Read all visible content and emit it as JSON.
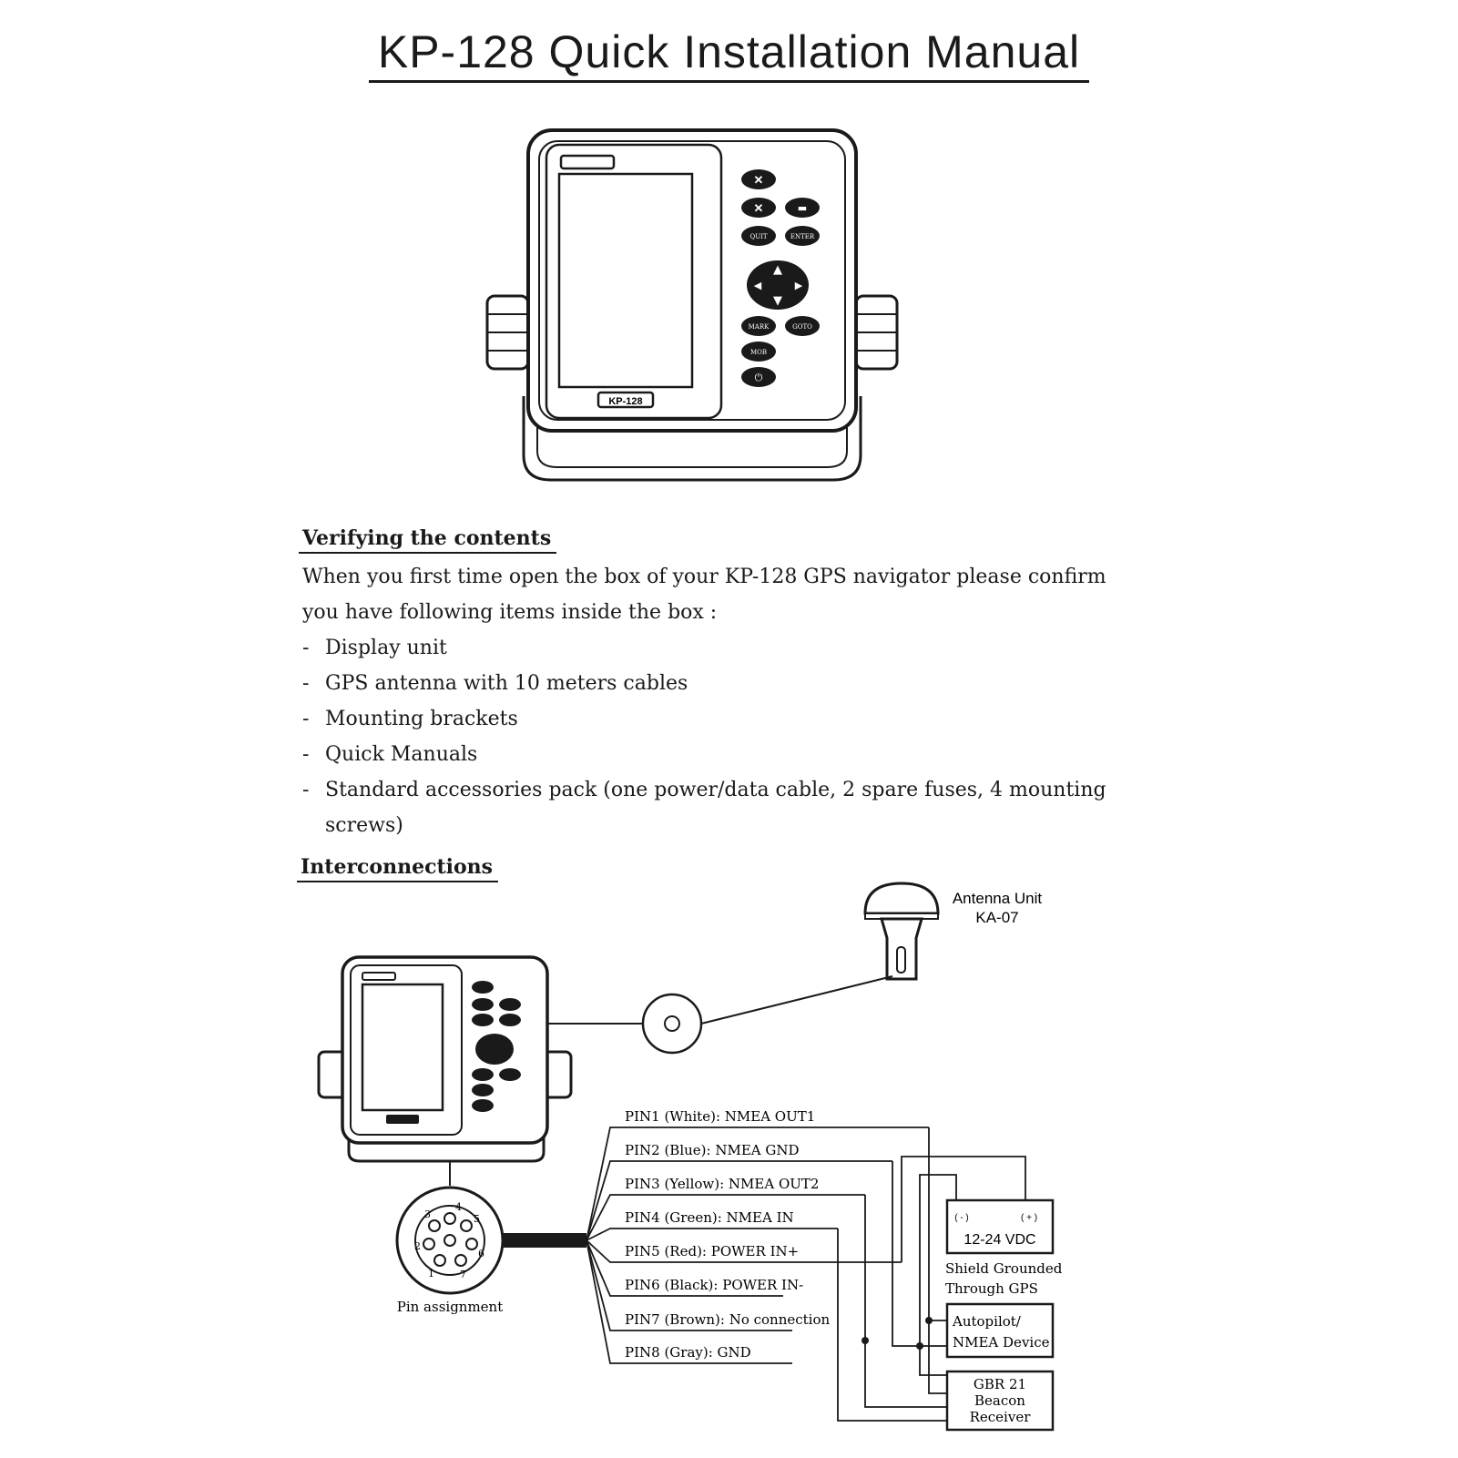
{
  "title": "KP-128 Quick Installation Manual",
  "device": {
    "model_label": "KP-128",
    "keys": [
      "QUIT",
      "ENTER",
      "MARK",
      "GOTO",
      "MOB"
    ]
  },
  "verifying": {
    "heading": "Verifying the contents",
    "intro": "When you first time open the box of your KP-128 GPS navigator please confirm you have following items inside the box :",
    "items": [
      "Display unit",
      "GPS antenna with 10 meters cables",
      "Mounting brackets",
      "Quick Manuals",
      "Standard accessories pack (one power/data cable, 2 spare fuses, 4 mounting screws)"
    ]
  },
  "interconnections": {
    "heading": "Interconnections",
    "antenna": {
      "line1": "Antenna Unit",
      "line2": "KA-07"
    },
    "pin_assignment_label": "Pin assignment",
    "connector_numbers": [
      "1",
      "2",
      "3",
      "4",
      "5",
      "6",
      "7"
    ],
    "pins": [
      "PIN1 (White): NMEA OUT1",
      "PIN2 (Blue): NMEA GND",
      "PIN3 (Yellow): NMEA OUT2",
      "PIN4 (Green): NMEA IN",
      "PIN5 (Red): POWER IN+",
      "PIN6 (Black): POWER IN-",
      "PIN7 (Brown): No connection",
      "PIN8 (Gray): GND"
    ],
    "power_box": {
      "minus": "( - )",
      "plus": "( + )",
      "voltage": "12-24 VDC"
    },
    "shield_note": {
      "line1": "Shield Grounded",
      "line2": "Through GPS"
    },
    "autopilot": {
      "line1": "Autopilot/",
      "line2": "NMEA Device"
    },
    "beacon": {
      "line1": "GBR 21",
      "line2": "Beacon",
      "line3": "Receiver"
    }
  }
}
